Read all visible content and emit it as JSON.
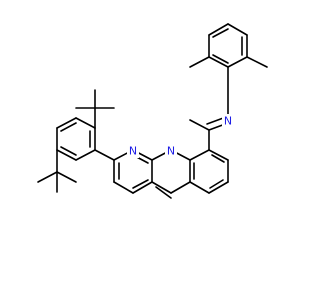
{
  "molecule": {
    "atoms": {
      "n_imine": "N",
      "n_left": "N",
      "n_right": "N"
    },
    "colors": {
      "bond": "#000000",
      "nitrogen": "#1e1ee6",
      "background": "#ffffff"
    }
  }
}
